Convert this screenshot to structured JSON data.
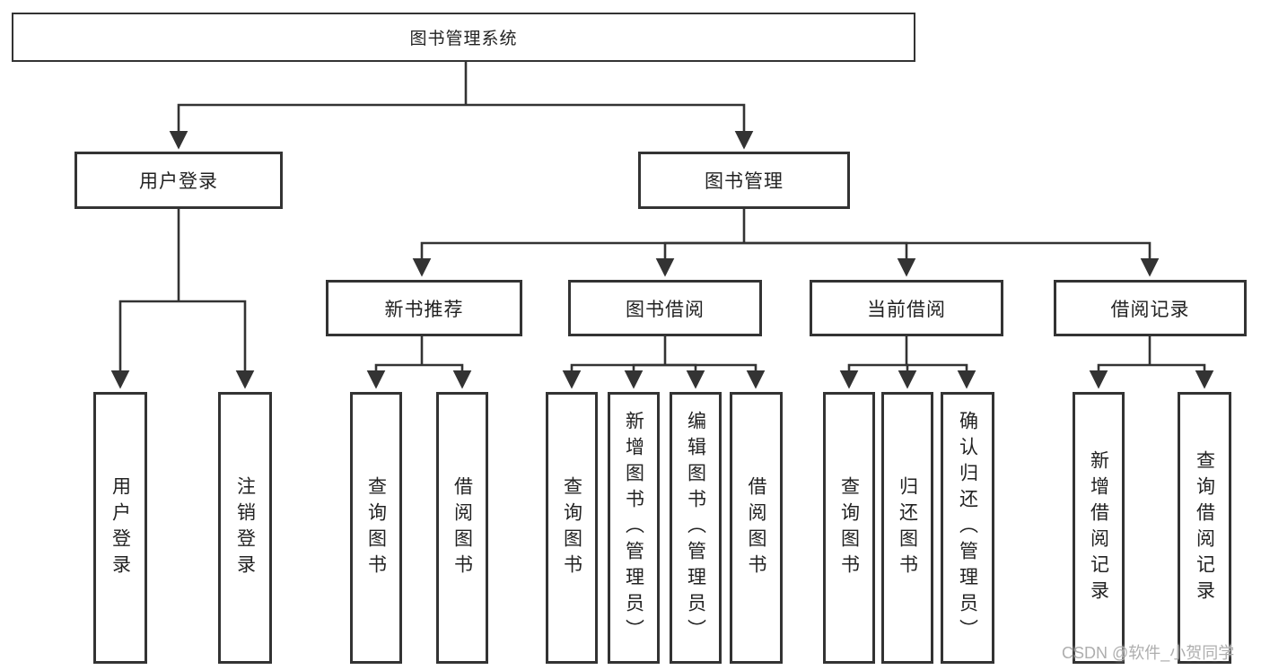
{
  "colors": {
    "background": "#ffffff",
    "line": "#333333",
    "box_border": "#333333",
    "text": "#222222",
    "watermark_text": "#aeaeae"
  },
  "tree": {
    "root": {
      "label": "图书管理系统",
      "children": [
        {
          "label": "用户登录",
          "children": [
            {
              "label": "用户登录"
            },
            {
              "label": "注销登录"
            }
          ]
        },
        {
          "label": "图书管理",
          "children": [
            {
              "label": "新书推荐",
              "children": [
                {
                  "label": "查询图书"
                },
                {
                  "label": "借阅图书"
                }
              ]
            },
            {
              "label": "图书借阅",
              "children": [
                {
                  "label": "查询图书"
                },
                {
                  "label": "新增图书（管理员）"
                },
                {
                  "label": "编辑图书（管理员）"
                },
                {
                  "label": "借阅图书"
                }
              ]
            },
            {
              "label": "当前借阅",
              "children": [
                {
                  "label": "查询图书"
                },
                {
                  "label": "归还图书"
                },
                {
                  "label": "确认归还（管理员）"
                }
              ]
            },
            {
              "label": "借阅记录",
              "children": [
                {
                  "label": "新增借阅记录"
                },
                {
                  "label": "查询借阅记录"
                }
              ]
            }
          ]
        }
      ]
    }
  },
  "watermark": {
    "text": "CSDN @软件_小贺同学"
  }
}
